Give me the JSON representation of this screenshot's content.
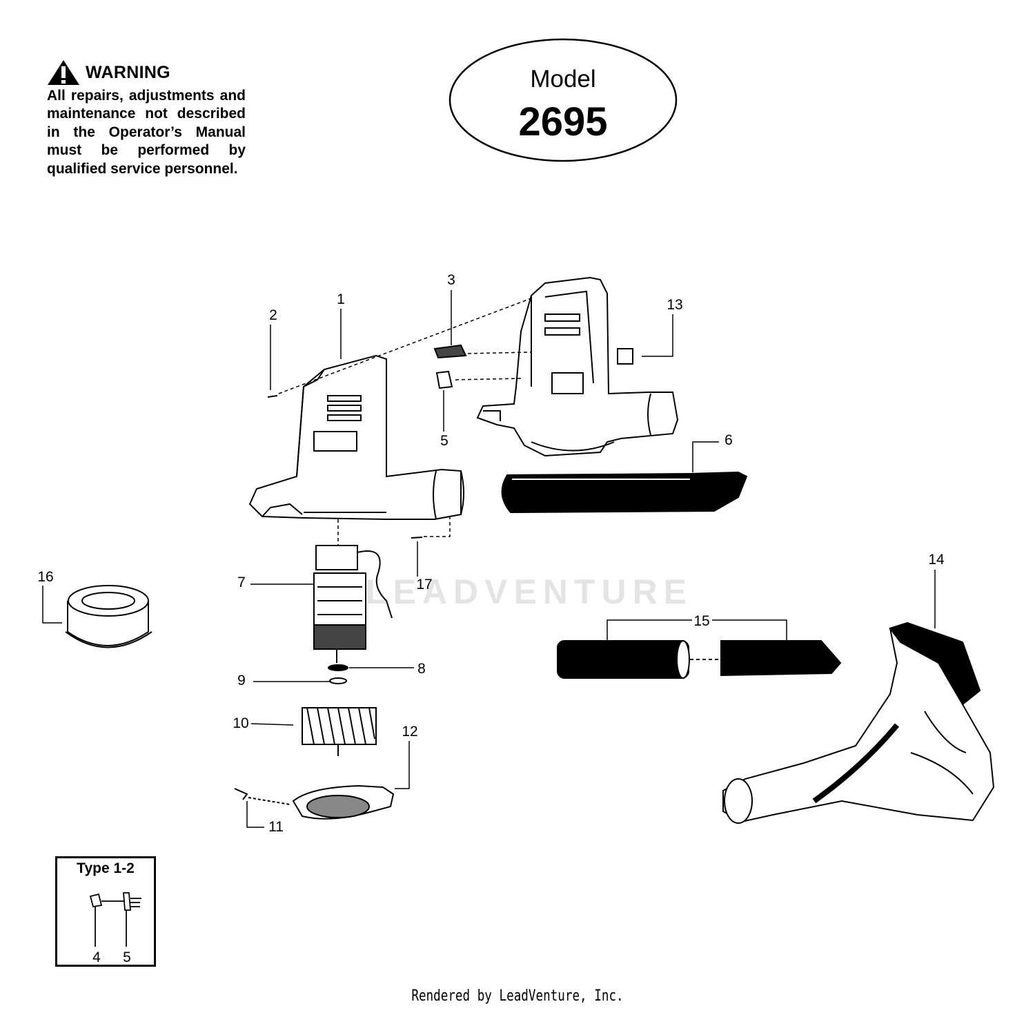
{
  "warning": {
    "title": "WARNING",
    "text": "All repairs, adjustments and maintenance not described in the Operator’s Manual must be performed by qualified service personnel."
  },
  "model": {
    "label": "Model",
    "number": "2695"
  },
  "watermark": "LEADVENTURE",
  "type_box": {
    "title": "Type 1-2",
    "callouts": [
      "4",
      "5"
    ]
  },
  "callouts": [
    "1",
    "2",
    "3",
    "5",
    "6",
    "7",
    "8",
    "9",
    "10",
    "11",
    "12",
    "13",
    "14",
    "15",
    "16",
    "17"
  ],
  "footer": "Rendered by LeadVenture, Inc."
}
